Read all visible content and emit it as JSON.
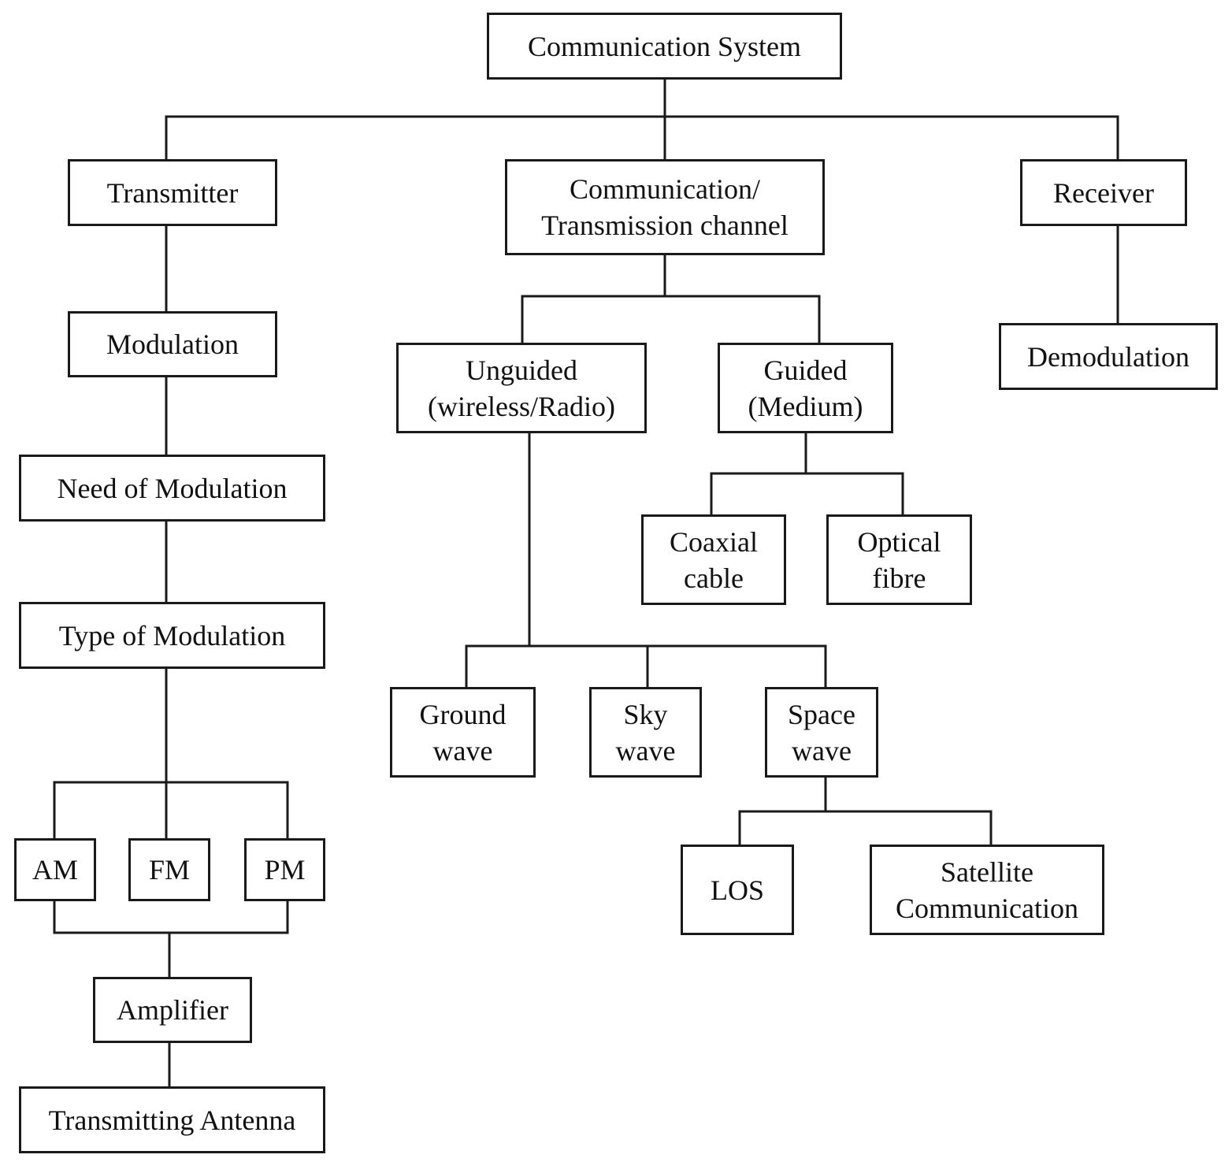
{
  "nodes": {
    "root": [
      "Communication System"
    ],
    "transmitter": [
      "Transmitter"
    ],
    "channel": [
      "Communication/",
      "Transmission channel"
    ],
    "receiver": [
      "Receiver"
    ],
    "modulation": [
      "Modulation"
    ],
    "need_of_modulation": [
      "Need of Modulation"
    ],
    "type_of_modulation": [
      "Type of Modulation"
    ],
    "am": [
      "AM"
    ],
    "fm": [
      "FM"
    ],
    "pm": [
      "PM"
    ],
    "amplifier": [
      "Amplifier"
    ],
    "transmitting_antenna": [
      "Transmitting Antenna"
    ],
    "unguided": [
      "Unguided",
      "(wireless/Radio)"
    ],
    "guided": [
      "Guided",
      "(Medium)"
    ],
    "coaxial_cable": [
      "Coaxial",
      "cable"
    ],
    "optical_fibre": [
      "Optical",
      "fibre"
    ],
    "ground_wave": [
      "Ground",
      "wave"
    ],
    "sky_wave": [
      "Sky",
      "wave"
    ],
    "space_wave": [
      "Space",
      "wave"
    ],
    "los": [
      "LOS"
    ],
    "satellite_communication": [
      "Satellite",
      "Communication"
    ],
    "demodulation": [
      "Demodulation"
    ]
  },
  "edges": [
    [
      "root",
      "transmitter"
    ],
    [
      "root",
      "channel"
    ],
    [
      "root",
      "receiver"
    ],
    [
      "transmitter",
      "modulation"
    ],
    [
      "modulation",
      "need_of_modulation"
    ],
    [
      "need_of_modulation",
      "type_of_modulation"
    ],
    [
      "type_of_modulation",
      "am"
    ],
    [
      "type_of_modulation",
      "fm"
    ],
    [
      "type_of_modulation",
      "pm"
    ],
    [
      "am",
      "amplifier"
    ],
    [
      "pm",
      "amplifier"
    ],
    [
      "amplifier",
      "transmitting_antenna"
    ],
    [
      "channel",
      "unguided"
    ],
    [
      "channel",
      "guided"
    ],
    [
      "guided",
      "coaxial_cable"
    ],
    [
      "guided",
      "optical_fibre"
    ],
    [
      "unguided",
      "ground_wave"
    ],
    [
      "unguided",
      "sky_wave"
    ],
    [
      "unguided",
      "space_wave"
    ],
    [
      "space_wave",
      "los"
    ],
    [
      "space_wave",
      "satellite_communication"
    ],
    [
      "receiver",
      "demodulation"
    ]
  ]
}
